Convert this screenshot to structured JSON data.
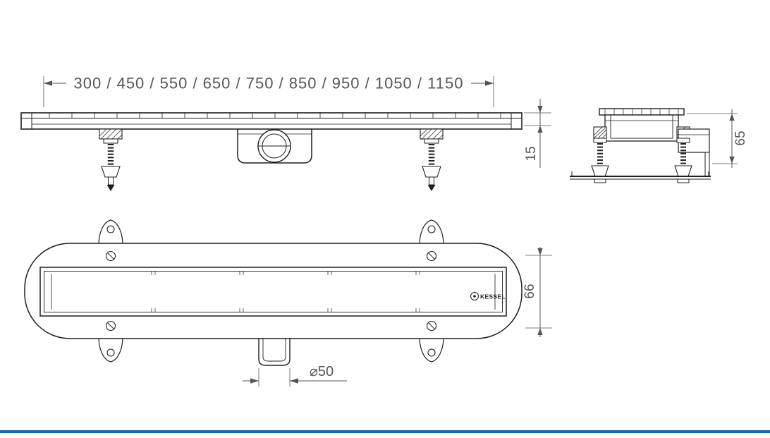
{
  "colors": {
    "background": "#ffffff",
    "ink": "#1f1f1f",
    "dim": "#555555",
    "accent": "#1e62b4"
  },
  "dimensions": {
    "length_options": "300 / 450 / 550 / 650 / 750 / 850 / 950 / 1050 / 1150",
    "edge_height": "15",
    "end_view_height": "65",
    "channel_width": "66",
    "outlet_diameter": "⌀50"
  },
  "brand": {
    "logo_text": "KESSEL"
  }
}
